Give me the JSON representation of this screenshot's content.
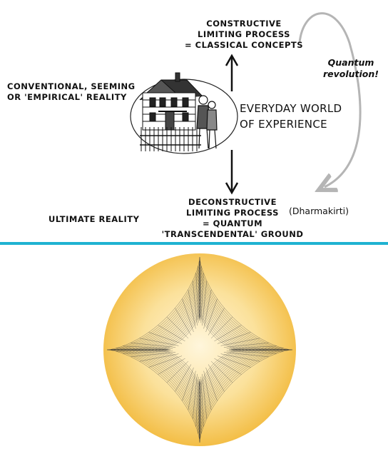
{
  "labels": {
    "constructive_line1": "CONSTRUCTIVE",
    "constructive_line2": "LIMITING PROCESS",
    "constructive_line3": "= CLASSICAL CONCEPTS",
    "conventional_line1": "CONVENTIONAL, SEEMING",
    "conventional_line2": "OR 'EMPIRICAL' REALITY",
    "everyday_line1": "EVERYDAY WORLD",
    "everyday_line2": "OF EXPERIENCE",
    "quantum_line1": "Quantum",
    "quantum_line2": "revolution!",
    "deconstructive_line1": "DECONSTRUCTIVE",
    "deconstructive_line2": "LIMITING PROCESS",
    "deconstructive_line3": "= QUANTUM",
    "deconstructive_line4": "'TRANSCENDENTAL' GROUND",
    "dharmakirti": "(Dharmakirti)",
    "ultimate": "ULTIMATE REALITY"
  },
  "colors": {
    "divider": "#1fb2d1",
    "curved_arrow": "#b5b5b5",
    "sphere_core": "#fff6dc",
    "sphere_edge": "#f2b93a",
    "mesh": "#3a3a3a"
  },
  "icons": [
    "house-illustration",
    "figures-illustration",
    "curved-arrow-icon",
    "up-arrow-icon",
    "down-arrow-icon",
    "astroid-mesh-figure"
  ]
}
